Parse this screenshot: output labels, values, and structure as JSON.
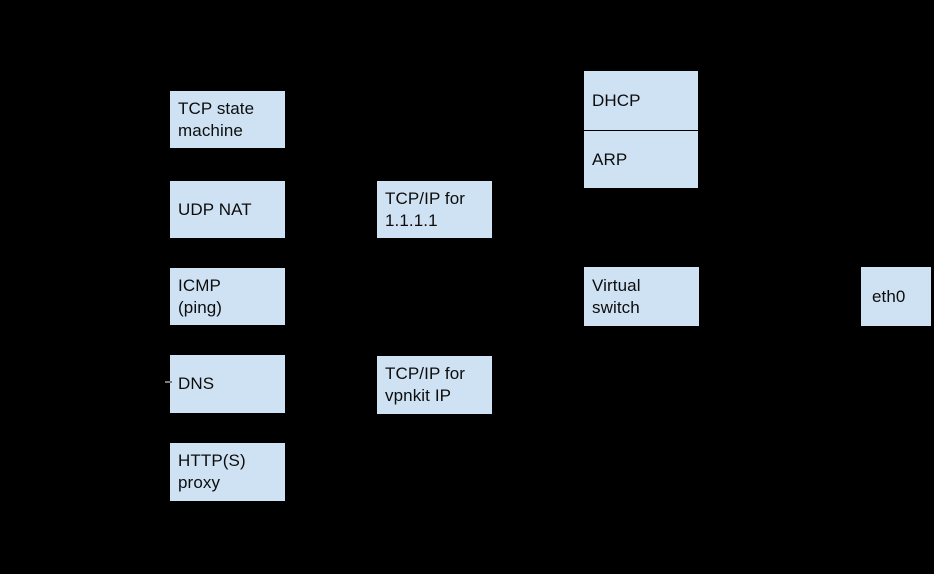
{
  "palette": {
    "background": "#000000",
    "box_fill": "#cfe2f3",
    "box_text": "#0d0d0d",
    "divider": "#000000",
    "arrow_fragment": "#7d7d7d"
  },
  "diagram": {
    "nodes": [
      {
        "id": "tcp-state-machine",
        "label": "TCP state\nmachine"
      },
      {
        "id": "udp-nat",
        "label": "UDP NAT"
      },
      {
        "id": "icmp-ping",
        "label": "ICMP\n(ping)"
      },
      {
        "id": "dns",
        "label": "DNS"
      },
      {
        "id": "https-proxy",
        "label": "HTTP(S)\nproxy"
      },
      {
        "id": "tcpip-for-1111",
        "label": "TCP/IP for\n1.1.1.1"
      },
      {
        "id": "tcpip-for-vpnkit",
        "label": "TCP/IP for\nvpnkit IP"
      },
      {
        "id": "dhcp",
        "label": "DHCP"
      },
      {
        "id": "arp",
        "label": "ARP"
      },
      {
        "id": "virtual-switch",
        "label": "Virtual\nswitch"
      },
      {
        "id": "eth0",
        "label": "eth0"
      }
    ]
  }
}
